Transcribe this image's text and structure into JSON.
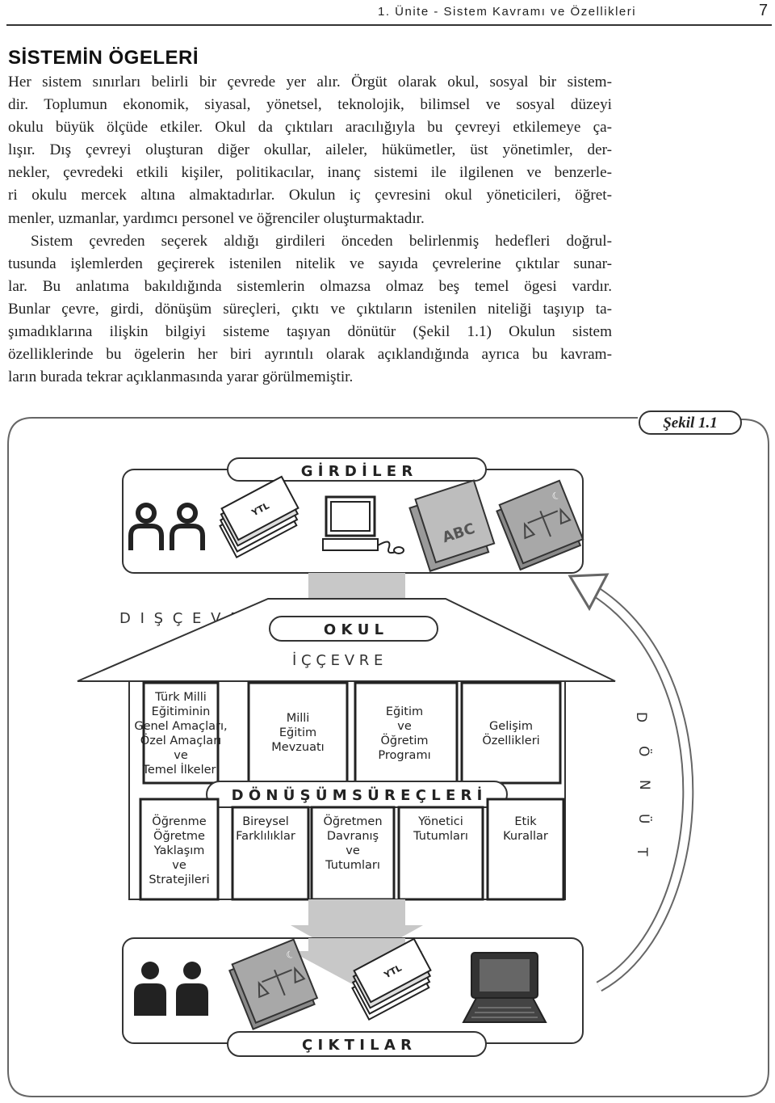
{
  "header": {
    "title": "1. Ünite - Sistem Kavramı ve Özellikleri",
    "page_number": "7"
  },
  "section": {
    "title": "SİSTEMİN ÖGELERİ"
  },
  "paragraph1": [
    "Her sistem sınırları belirli bir çevrede yer alır. Örgüt olarak okul, sosyal bir sistem-",
    "dir. Toplumun ekonomik, siyasal, yönetsel, teknolojik, bilimsel ve sosyal düzeyi",
    "okulu büyük ölçüde etkiler. Okul da çıktıları aracılığıyla bu çevreyi etkilemeye ça-",
    "lışır. Dış çevreyi oluşturan diğer okullar, aileler, hükümetler, üst yönetimler, der-",
    "nekler, çevredeki etkili kişiler, politikacılar, inanç sistemi ile ilgilenen ve benzerle-",
    "ri okulu mercek altına almaktadırlar. Okulun iç çevresini okul yöneticileri, öğret-",
    "menler, uzmanlar, yardımcı personel ve öğrenciler oluşturmaktadır."
  ],
  "paragraph2": [
    "Sistem çevreden seçerek aldığı girdileri önceden belirlenmiş hedefleri doğrul-",
    "tusunda işlemlerden geçirerek istenilen nitelik ve sayıda çevrelerine çıktılar sunar-",
    "lar. Bu anlatıma bakıldığında sistemlerin olmazsa olmaz beş temel ögesi vardır.",
    "Bunlar çevre, girdi, dönüşüm süreçleri, çıktı ve çıktıların istenilen niteliği taşıyıp ta-",
    "şımadıklarına ilişkin bilgiyi sisteme taşıyan dönütür (Şekil 1.1) Okulun sistem",
    "özelliklerinde bu ögelerin her biri ayrıntılı olarak açıklandığında ayrıca bu kavram-",
    "ların burada tekrar açıklanmasında yarar görülmemiştir."
  ],
  "figure": {
    "label": "Şekil 1.1",
    "girdiler": "G İ R D İ L E R",
    "dis_cevre": "D I Ş   Ç E V R E",
    "okul": "O K U L",
    "ic_cevre": "İ Ç   Ç E V R E",
    "donusum": "D Ö N Ü Ş Ü M   S Ü R E Ç L E R İ",
    "ciktilar": "Ç I K T I L A R",
    "donut": [
      "D",
      "Ö",
      "N",
      "Ü",
      "T"
    ],
    "money_label": "YTL",
    "book_label": "ABC",
    "top_boxes": [
      [
        "Türk Milli",
        "Eğitiminin",
        "Genel Amaçları,",
        "Özel Amaçları",
        "ve",
        "Temel İlkeleri"
      ],
      [
        "Milli",
        "Eğitim",
        "Mevzuatı"
      ],
      [
        "Eğitim",
        "ve",
        "Öğretim",
        "Programı"
      ],
      [
        "Gelişim",
        "Özellikleri"
      ]
    ],
    "bottom_boxes": [
      [
        "Öğrenme",
        "Öğretme",
        "Yaklaşım",
        "ve",
        "Stratejileri"
      ],
      [
        "Bireysel",
        "Farklılıklar"
      ],
      [
        "Öğretmen",
        "Davranış",
        "ve",
        "Tutumları"
      ],
      [
        "Yönetici",
        "Tutumları"
      ],
      [
        "Etik",
        "Kurallar"
      ]
    ]
  }
}
